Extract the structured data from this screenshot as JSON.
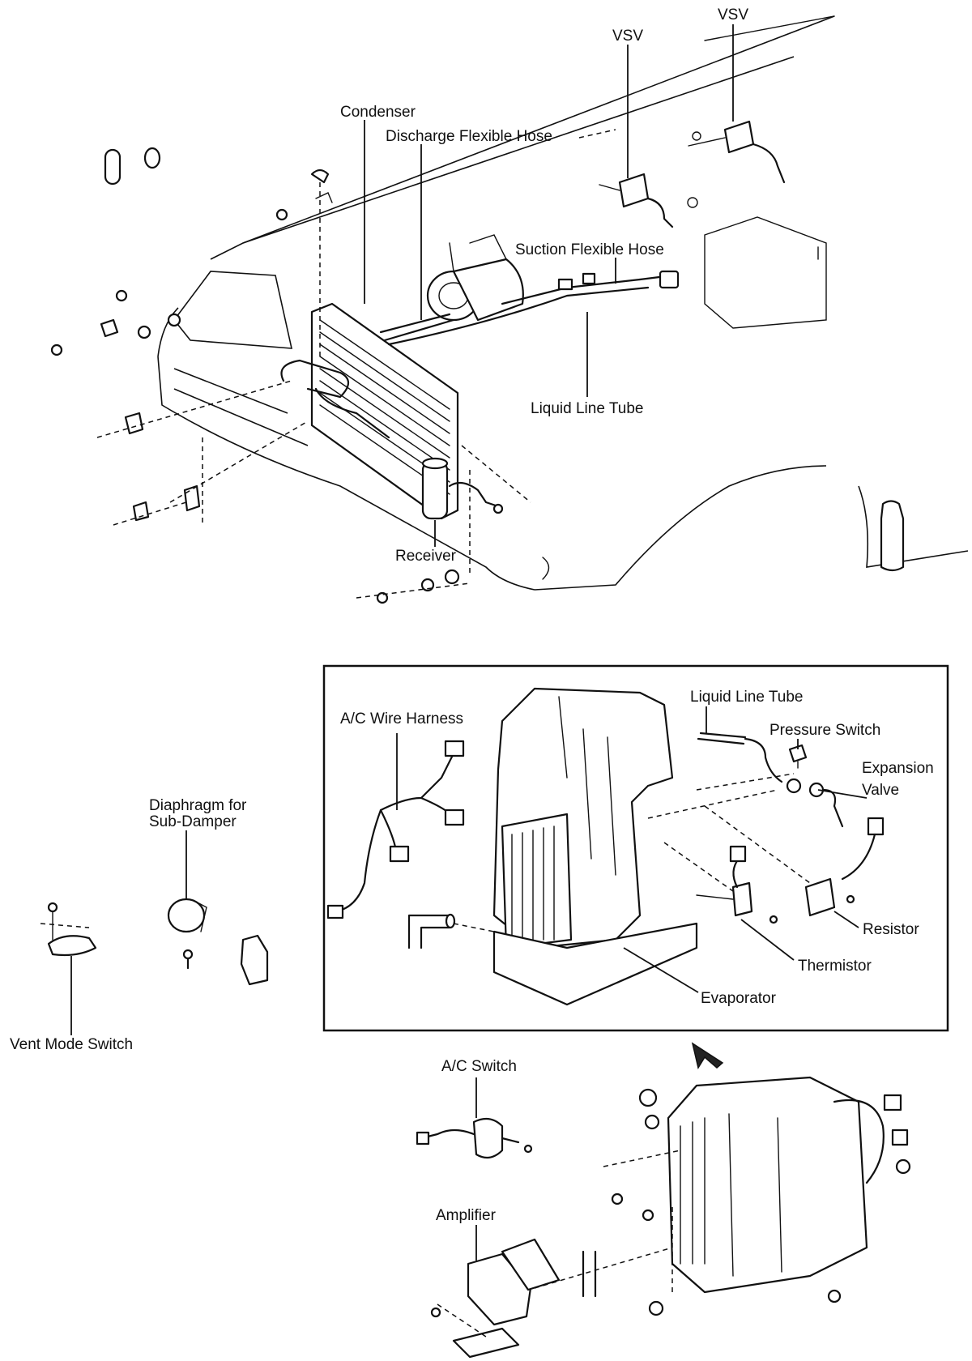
{
  "labels": {
    "vsv_right": "VSV",
    "vsv_left": "VSV",
    "condenser": "Condenser",
    "discharge_hose": "Discharge Flexible Hose",
    "suction_hose": "Suction Flexible Hose",
    "liquid_line_tube_top": "Liquid Line Tube",
    "receiver": "Receiver",
    "ac_wire_harness": "A/C Wire Harness",
    "liquid_line_tube_inset": "Liquid Line Tube",
    "pressure_switch": "Pressure Switch",
    "expansion_valve_line1": "Expansion",
    "expansion_valve_line2": "Valve",
    "resistor": "Resistor",
    "thermistor": "Thermistor",
    "evaporator": "Evaporator",
    "diaphragm_line1": "Diaphragm for",
    "diaphragm_line2": "Sub-Damper",
    "vent_mode_switch": "Vent Mode Switch",
    "ac_switch": "A/C Switch",
    "amplifier": "Amplifier"
  },
  "icons": {
    "arrow": "arrow-up-left-icon"
  }
}
